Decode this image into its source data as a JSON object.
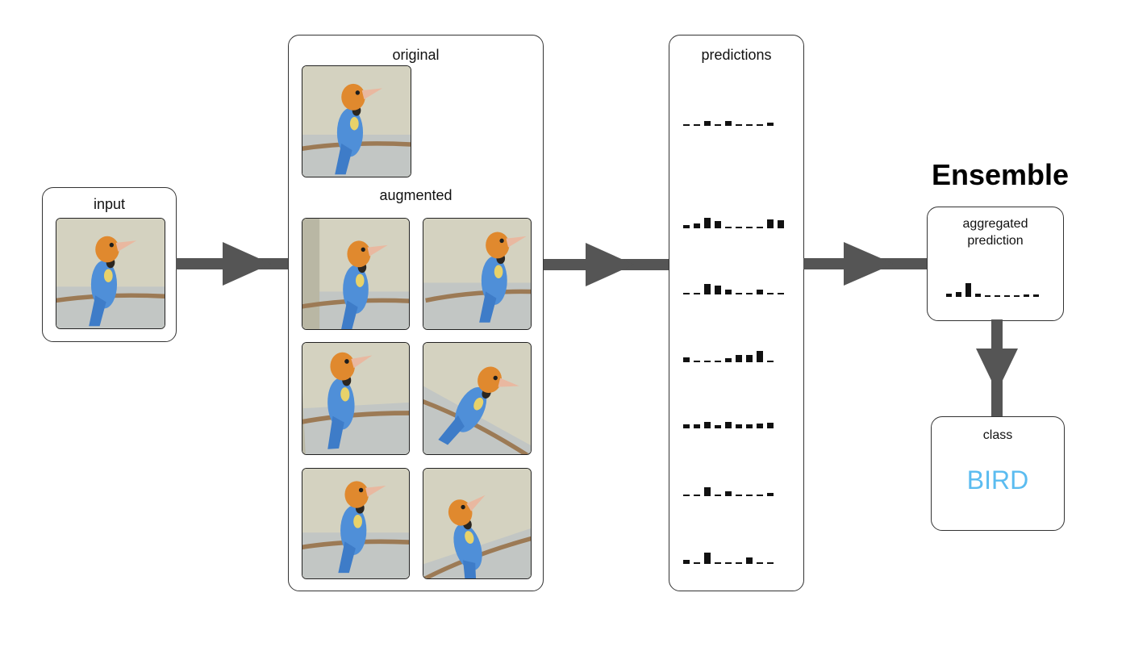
{
  "input": {
    "label": "input"
  },
  "center": {
    "original_label": "original",
    "augmented_label": "augmented"
  },
  "predictions": {
    "label": "predictions",
    "histograms": [
      [
        2,
        2,
        6,
        2,
        6,
        2,
        2,
        2,
        4
      ],
      [
        4,
        6,
        13,
        9,
        2,
        2,
        2,
        2,
        11,
        10
      ],
      [
        2,
        2,
        13,
        11,
        6,
        2,
        2,
        6,
        2,
        2
      ],
      [
        6,
        2,
        2,
        2,
        5,
        9,
        9,
        14,
        2
      ],
      [
        5,
        5,
        8,
        4,
        8,
        5,
        5,
        6,
        7
      ],
      [
        2,
        2,
        11,
        2,
        6,
        2,
        2,
        2,
        4
      ],
      [
        5,
        2,
        14,
        2,
        2,
        2,
        8,
        2,
        2
      ]
    ]
  },
  "ensemble": {
    "title": "Ensemble",
    "aggregated_label_line1": "aggregated",
    "aggregated_label_line2": "prediction",
    "aggregated_histogram": [
      4,
      6,
      17,
      4,
      2,
      2,
      2,
      2,
      3,
      3
    ]
  },
  "class_box": {
    "label": "class",
    "value": "BIRD"
  },
  "colors": {
    "arrow": "#555555",
    "class_text": "#5bbcf0",
    "bar": "#111111"
  }
}
